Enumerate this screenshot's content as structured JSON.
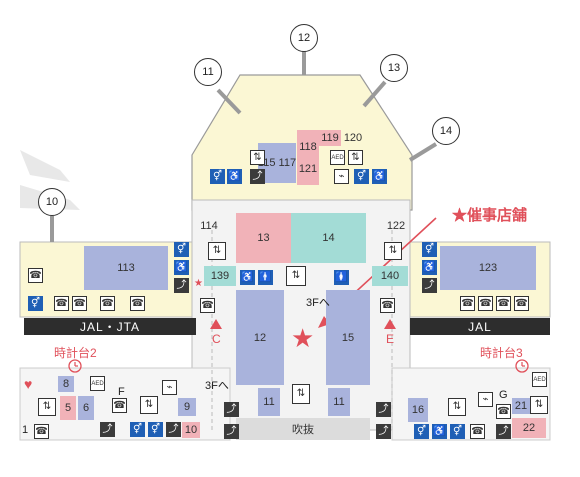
{
  "gates": [
    "10",
    "11",
    "12",
    "13",
    "14"
  ],
  "legend": {
    "star_label": "★催事店舗"
  },
  "bands": {
    "left": "JAL・JTA",
    "right": "JAL"
  },
  "exits": {
    "c": "C",
    "e": "E"
  },
  "floor_links": {
    "upper": "3Fへ",
    "lower": "3Fへ"
  },
  "clock_towers": {
    "left": "時計台2",
    "right": "時計台3"
  },
  "void_label": "吹抜",
  "rooms": {
    "r113": "113",
    "r123": "123",
    "r13": "13",
    "r14": "14",
    "r12": "12",
    "r15": "15",
    "r139": "139",
    "r140": "140",
    "r114": "114",
    "r122": "122",
    "r115": "115",
    "r117": "117",
    "r118": "118",
    "r119": "119",
    "r120": "120",
    "r121": "121",
    "r11a": "11",
    "r11b": "11",
    "r8": "8",
    "r5": "5",
    "r6": "6",
    "r9": "9",
    "r10": "10",
    "r16": "16",
    "r21": "21",
    "r22": "22",
    "rF": "F",
    "rG": "G",
    "r1": "1"
  },
  "icons": {
    "aed": "AED",
    "elevator": "⇅",
    "restroom": "🚻",
    "wheelchair": "♿",
    "baby": "👶",
    "phone": "☎",
    "escalator": "⤴",
    "smoking": "🚬"
  },
  "colors": {
    "shop_blue": "#a9b3dc",
    "shop_pink": "#f1b2b8",
    "shop_teal": "#a3dcd6",
    "grey_floor": "#dcdcdc",
    "accent_red": "#e0505a"
  }
}
